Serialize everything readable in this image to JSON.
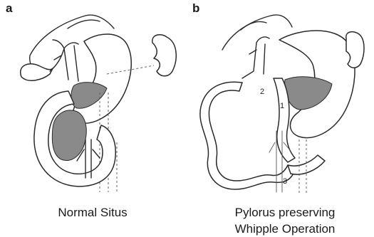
{
  "panels": [
    {
      "letter": "a",
      "caption_lines": [
        "Normal Situs"
      ]
    },
    {
      "letter": "b",
      "caption_lines": [
        "Pylorus preserving",
        "Whipple Operation"
      ],
      "markers": [
        "1",
        "2",
        "3"
      ]
    }
  ],
  "colors": {
    "ink": "#2a2a2a",
    "pancreas_fill": "#8a8a8a"
  }
}
